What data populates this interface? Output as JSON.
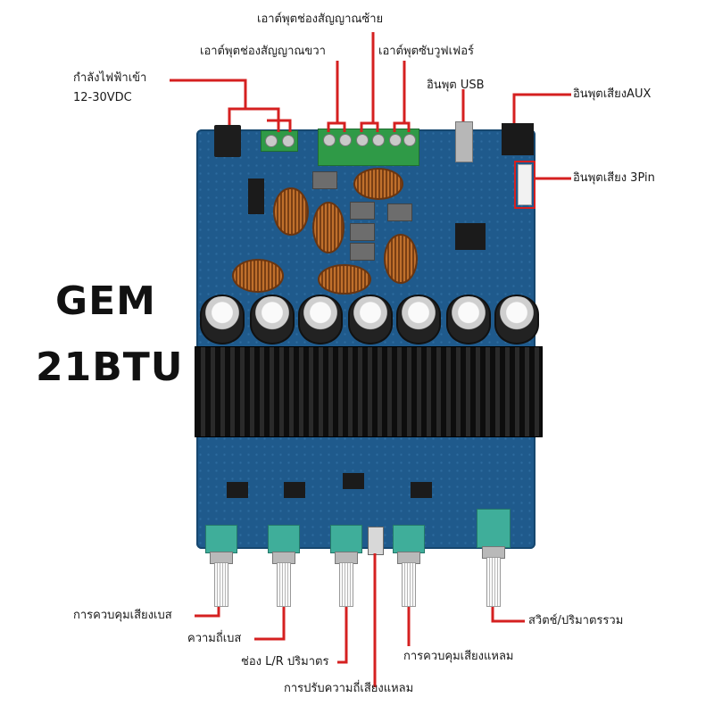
{
  "title": {
    "line1": "GEM",
    "line2": "21BTU"
  },
  "callouts": {
    "power_in": {
      "line1": "กำลังไฟฟ้าเข้า",
      "line2": "12-30VDC"
    },
    "right_out": "เอาต์พุตช่องสัญญาณขวา",
    "left_out": "เอาต์พุตช่องสัญญาณซ้าย",
    "sub_out": "เอาต์พุตซับวูฟเฟอร์",
    "usb_in": "อินพุต USB",
    "aux_in": "อินพุตเสียงAUX",
    "pin3_in": "อินพุตเสียง 3Pin",
    "bass_control": "การควบคุมเสียงเบส",
    "bass_freq": "ความถี่เบส",
    "lr_volume": "ช่อง L/R ปริมาตร",
    "treble_freq": "การปรับความถี่เสียงแหลม",
    "treble_control": "การควบคุมเสียงแหลม",
    "switch_master": "สวิตช์/ปริมาตรรวม"
  },
  "colors": {
    "board": "#1f5a8c",
    "callout_line": "#d52020",
    "terminal": "#2f9a47",
    "pot": "#3fae9a"
  }
}
